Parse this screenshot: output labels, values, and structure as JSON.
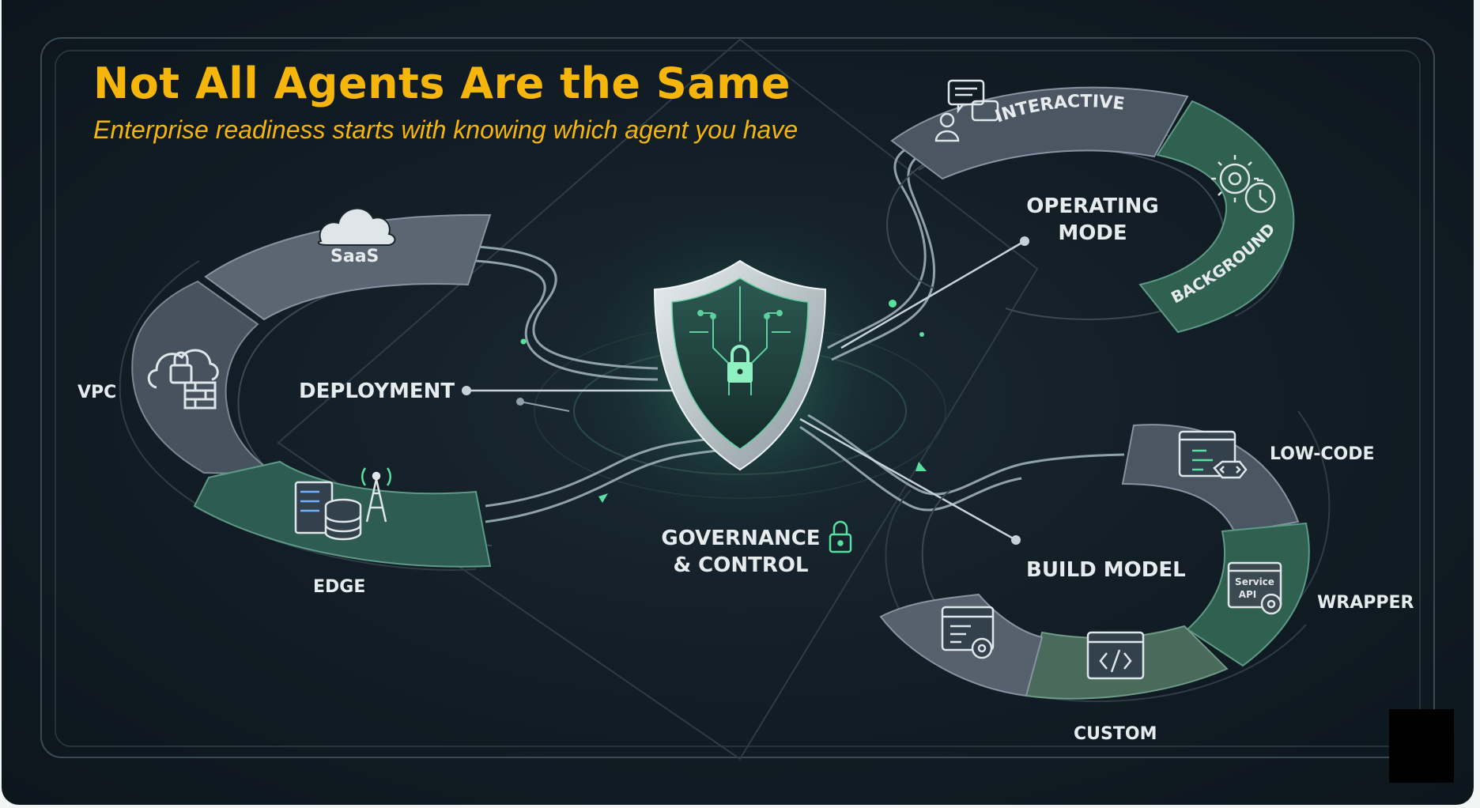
{
  "title": "Not All Agents Are the Same",
  "subtitle": "Enterprise readiness starts with knowing which agent you have",
  "center": {
    "label_line1": "GOVERNANCE",
    "label_line2": "& CONTROL"
  },
  "deployment": {
    "label": "DEPLOYMENT",
    "segments": [
      "SaaS",
      "VPC",
      "EDGE"
    ]
  },
  "operating_mode": {
    "label_line1": "OPERATING",
    "label_line2": "MODE",
    "segments": [
      "INTERACTIVE",
      "BACKGROUND"
    ]
  },
  "build_model": {
    "label": "BUILD MODEL",
    "segments": [
      "LOW-CODE",
      "WRAPPER",
      "CUSTOM"
    ],
    "api_card_line1": "Service",
    "api_card_line2": "API"
  },
  "colors": {
    "accent": "#f5b50a",
    "teal": "#355e55",
    "slate": "#4c5865",
    "glow": "#57e0a0",
    "background": "#111c24"
  }
}
